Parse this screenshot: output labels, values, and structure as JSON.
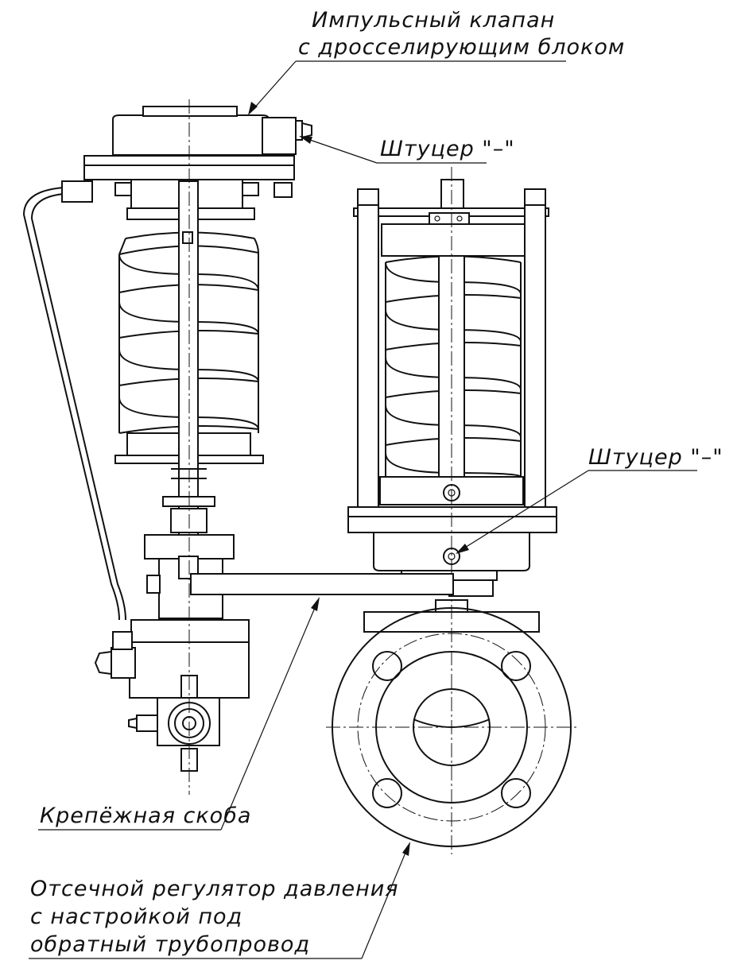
{
  "labels": {
    "impulse_valve_line1": "Импульсный клапан",
    "impulse_valve_line2": "с дросселирующим блоком",
    "fitting_top": "Штуцер \"–\"",
    "fitting_mid": "Штуцер \"–\"",
    "bracket": "Крепёжная скоба",
    "regulator_line1": "Отсечной регулятор давления",
    "regulator_line2": "с настройкой под",
    "regulator_line3": "обратный трубопровод"
  },
  "colors": {
    "ink": "#111111",
    "paper": "#ffffff"
  }
}
